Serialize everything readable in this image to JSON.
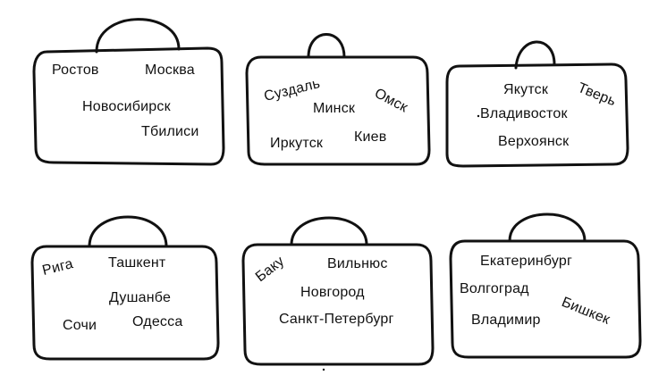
{
  "suitcases": [
    {
      "words": [
        "Ростов",
        "Москва",
        "Новосибирск",
        "Тбилиси"
      ]
    },
    {
      "words": [
        "Суздаль",
        "Минск",
        "Омск",
        "Иркутск",
        "Киев"
      ]
    },
    {
      "words": [
        "Якутск",
        "Тверь",
        "Владивосток",
        "Верхоянск"
      ]
    },
    {
      "words": [
        "Рига",
        "Ташкент",
        "Душанбе",
        "Сочи",
        "Одесса"
      ]
    },
    {
      "words": [
        "Баку",
        "Вильнюс",
        "Новгород",
        "Санкт-Петербург"
      ]
    },
    {
      "words": [
        "Екатеринбург",
        "Волгоград",
        "Бишкек",
        "Владимир"
      ]
    }
  ],
  "colors": {
    "ink": "#111111",
    "background": "#ffffff"
  }
}
